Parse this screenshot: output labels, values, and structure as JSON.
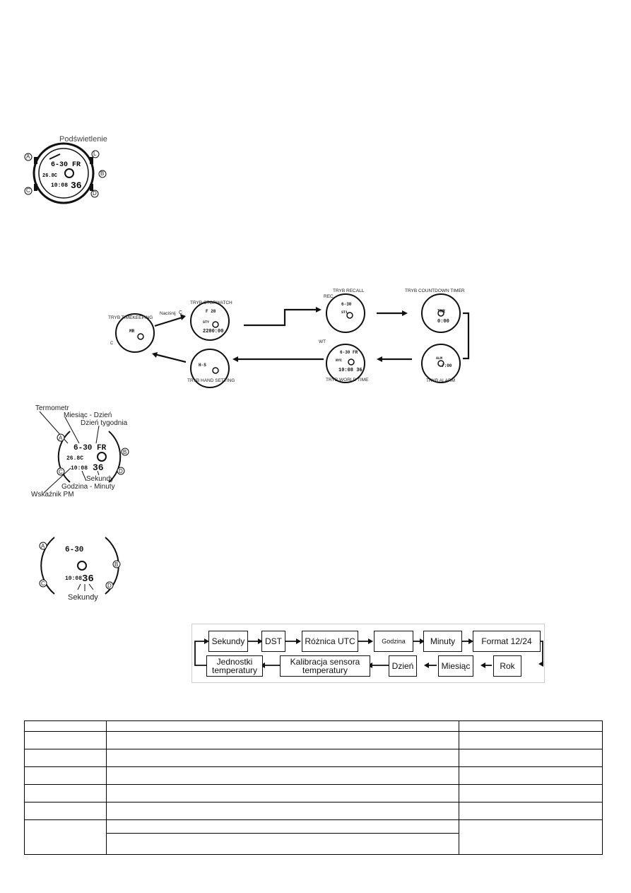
{
  "fig_backlight": {
    "label": "Podświetlenie",
    "buttons": [
      "A",
      "L",
      "B",
      "C",
      "D"
    ]
  },
  "fig_modes": {
    "press_label": "Naciśnij",
    "press_button": "C",
    "button_c": "C",
    "modes": {
      "timekeeping": "TRYB TIMEKEEPING",
      "stopwatch": "TRYB STOPWATCH",
      "recall": "TRYB RECALL",
      "countdown": "TRYB COUNTDOWN TIMER",
      "alarm": "TRYB ALARM",
      "world_time": "TRYB WORLD TIME",
      "hand_setting": "TRYB HAND SETTING"
    },
    "rec": "REC",
    "wt": "WT"
  },
  "fig_display": {
    "labels": {
      "thermometer": "Termometr",
      "month_day": "Miesiąc - Dzień",
      "weekday": "Dzień tygodnia",
      "seconds": "Sekundy",
      "hour_minute": "Godzina - Minuty",
      "pm": "Wskaźnik PM"
    },
    "buttons": [
      "A",
      "B",
      "C",
      "D"
    ]
  },
  "fig_seconds": {
    "label": "Sekundy",
    "buttons": [
      "A",
      "B",
      "C",
      "D"
    ]
  },
  "flow": {
    "row1": [
      "Sekundy",
      "DST",
      "Różnica UTC",
      "Godzina",
      "Minuty",
      "Format 12/24"
    ],
    "row2": [
      "Jednostki temperatury",
      "Kalibracja sensora temperatury",
      "Dzień",
      "Miesiąc",
      "Rok"
    ]
  },
  "table": {
    "rows": 7
  }
}
